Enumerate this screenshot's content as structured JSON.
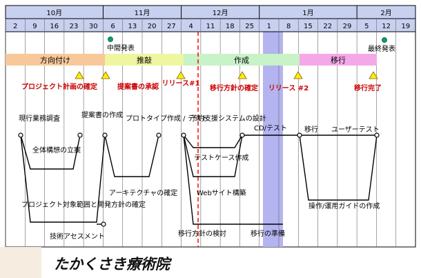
{
  "months": [
    {
      "label": "10月"
    },
    {
      "label": "11月"
    },
    {
      "label": "12月"
    },
    {
      "label": "1月"
    },
    {
      "label": "2月"
    }
  ],
  "days": [
    "2",
    "9",
    "16",
    "23",
    "30",
    "6",
    "13",
    "20",
    "27",
    "4",
    "11",
    "18",
    "25",
    "1",
    "8",
    "15",
    "22",
    "29",
    "5",
    "12",
    "19"
  ],
  "phases": [
    {
      "label": "方向付け",
      "color": "#f8c89a"
    },
    {
      "label": "推敲",
      "color": "#eef6a0"
    },
    {
      "label": "作成",
      "color": "#c8f2c8"
    },
    {
      "label": "移行",
      "color": "#f4a8e8"
    }
  ],
  "events": {
    "midterm": "中間発表",
    "final": "最終発表"
  },
  "milestones": [
    {
      "label": "プロジェクト計画の確定"
    },
    {
      "label": "提案書の承認"
    },
    {
      "label": "リリース#1"
    },
    {
      "label": "移行方針の確定"
    },
    {
      "label": "リリース #2"
    },
    {
      "label": "移行完了"
    }
  ],
  "tasks": {
    "current_survey": "現行業務調査",
    "proposal": "提案書の作成",
    "prototype": "プロトタイプ作成 / テスト",
    "reservation": "予約支援システムの設計",
    "cdtest": "CD/テスト",
    "migration": "移行",
    "usertest": "ユーザーテスト",
    "concept": "全体構想の立案",
    "testcase": "テストケース作成",
    "architecture": "アーキテクチャの確定",
    "website": "Webサイト構築",
    "target_scope": "プロジェクト対象範囲と開発方針の確定",
    "tech_assess": "技術アセスメント",
    "migration_plan": "移行方針の検討",
    "migration_prep": "移行の準備",
    "guide": "操作/運用ガイドの作成"
  },
  "logo_text": "たかくさき療術院",
  "colors": {
    "header_bg": "#c8d0f0",
    "grid_line": "#888888",
    "highlight_band": "#b4b4f0",
    "milestone_text": "#cc0000",
    "marker_fill": "#ffee00",
    "current_line": "#ff0000",
    "event_dot": "#00a070"
  }
}
